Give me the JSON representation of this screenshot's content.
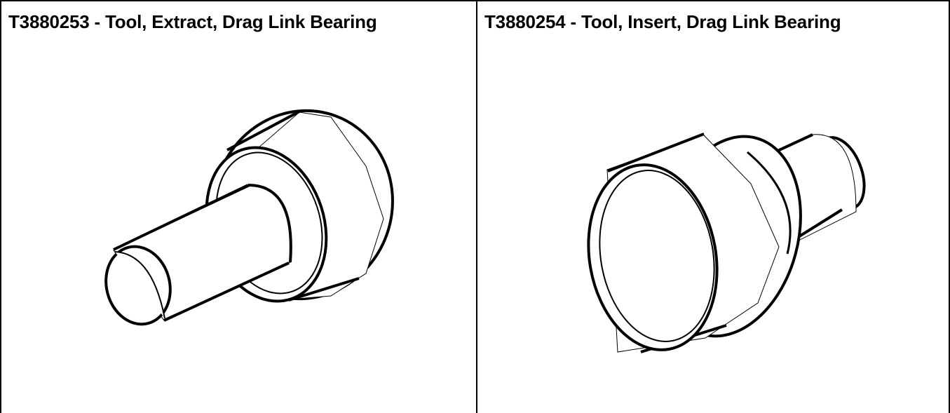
{
  "tools": [
    {
      "caption": "T3880253 - Tool, Extract, Drag Link Bearing"
    },
    {
      "caption": "T3880254 - Tool, Insert, Drag Link Bearing"
    }
  ],
  "colors": {
    "line": "#000000",
    "background": "#ffffff"
  },
  "icons": [
    "extract-tool-drawing",
    "insert-tool-drawing"
  ]
}
